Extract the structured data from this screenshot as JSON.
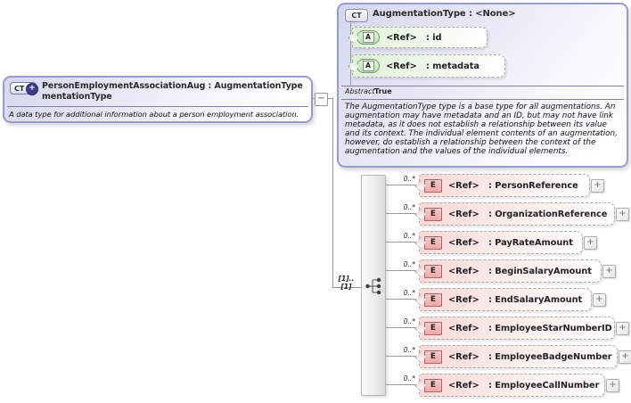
{
  "diagram": {
    "root": {
      "icon": "CT",
      "title_line1": "PersonEmploymentAssociationAug : AugmentationType",
      "title_line2": "mentationType",
      "description": "A data type for additional information about a person employment association."
    },
    "base": {
      "icon": "CT",
      "title": "AugmentationType : <None>",
      "attributes": [
        {
          "icon": "A",
          "ref": "<Ref>",
          "name": ": id"
        },
        {
          "icon": "A",
          "ref": "<Ref>",
          "name": ": metadata"
        }
      ],
      "abstract_label": "Abstract",
      "abstract_value": "True",
      "documentation": "The AugmentationType type is a base type for all augmentations. An augmentation may have metadata and an ID, but may not have link metadata, as it does not establish a relationship between its value and its context. The individual element contents of an augmentation, however, do establish a relationship between the context of the augmentation and the values of the individual elements."
    },
    "sequence_cardinality": "[1]..[1]",
    "elements": [
      {
        "icon": "E",
        "cardinality": "0..*",
        "ref": "<Ref>",
        "name": ": PersonReference"
      },
      {
        "icon": "E",
        "cardinality": "0..*",
        "ref": "<Ref>",
        "name": ": OrganizationReference"
      },
      {
        "icon": "E",
        "cardinality": "0..*",
        "ref": "<Ref>",
        "name": ": PayRateAmount"
      },
      {
        "icon": "E",
        "cardinality": "0..*",
        "ref": "<Ref>",
        "name": ": BeginSalaryAmount"
      },
      {
        "icon": "E",
        "cardinality": "0..*",
        "ref": "<Ref>",
        "name": ": EndSalaryAmount"
      },
      {
        "icon": "E",
        "cardinality": "0..*",
        "ref": "<Ref>",
        "name": ": EmployeeStarNumberID"
      },
      {
        "icon": "E",
        "cardinality": "0..*",
        "ref": "<Ref>",
        "name": ": EmployeeBadgeNumber"
      },
      {
        "icon": "E",
        "cardinality": "0..*",
        "ref": "<Ref>",
        "name": ": EmployeeCallNumber"
      }
    ],
    "icons": {
      "expand": "+",
      "collapse": "−"
    },
    "colors": {
      "type_border": "#9a9ace",
      "type_fill": "#d5d7ef",
      "element_fill": "#f9d6d6",
      "attribute_fill": "#ddf2d6",
      "element_icon_fill": "#f1a9a9",
      "attribute_icon_fill": "#b9e4ae"
    }
  }
}
